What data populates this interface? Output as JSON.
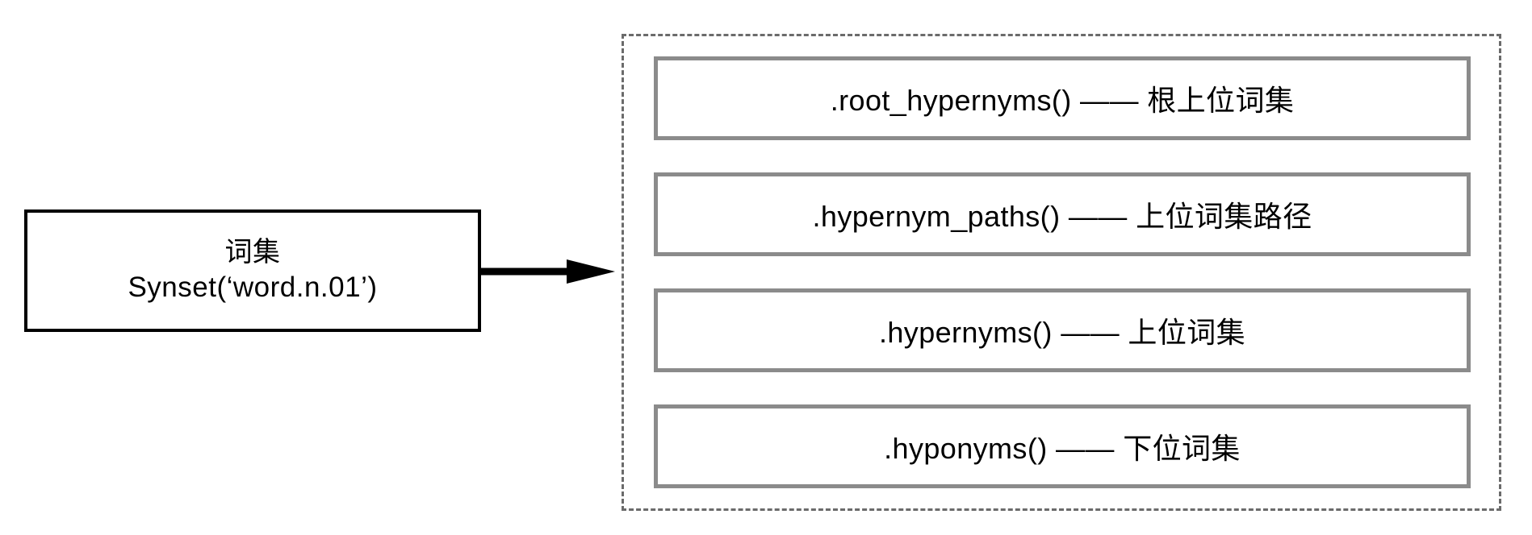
{
  "diagram": {
    "source_node": {
      "title_cjk": "词集",
      "code": "Synset(‘word.n.01’)"
    },
    "connector": {
      "type": "arrow",
      "direction": "right",
      "color": "#000000"
    },
    "group": {
      "border_style": "dashed",
      "border_color": "#6b6b6b",
      "methods": [
        {
          "label": "  .root_hypernyms() —— 根上位词集  ",
          "method": ".root_hypernyms()",
          "translation": "根上位词集"
        },
        {
          "label": "  .hypernym_paths() —— 上位词集路径  ",
          "method": ".hypernym_paths()",
          "translation": "上位词集路径"
        },
        {
          "label": "  .hypernyms() —— 上位词集  ",
          "method": ".hypernyms()",
          "translation": "上位词集"
        },
        {
          "label": "  .hyponyms() —— 下位词集  ",
          "method": ".hyponyms()",
          "translation": "下位词集"
        }
      ]
    },
    "colors": {
      "source_border": "#000000",
      "method_border": "#8b8b8b",
      "group_border": "#6b6b6b",
      "background": "#ffffff"
    }
  }
}
